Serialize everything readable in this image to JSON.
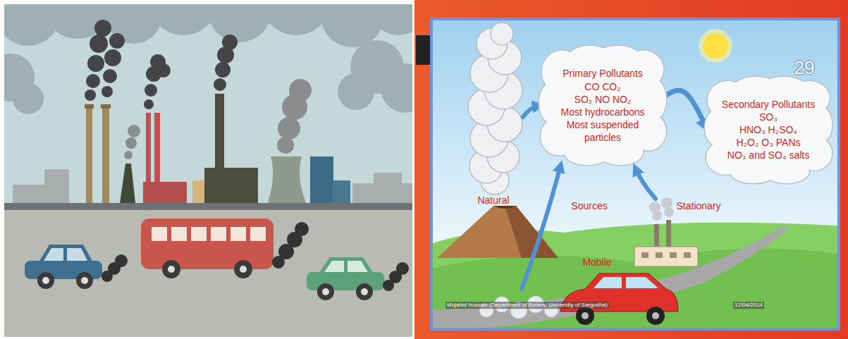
{
  "diagram": {
    "nodes": [
      {
        "text": [
          "Primary Pollutants",
          "CO CO₂",
          "SO₂ NO NO₂",
          "Most hydrocarbons",
          "Most suspended particles"
        ]
      },
      {
        "text": [
          "Secondary Pollutants",
          "SO₃",
          "HNO₃ H₂SO₄",
          "H₂O₂ O₃ PANs",
          "NO₃ and SO₄ salts"
        ]
      }
    ],
    "edges": [
      {
        "from": 0,
        "to": 1,
        "arrow": "to"
      }
    ],
    "labels": [
      "Natural",
      "Sources",
      "Stationary",
      "Mobile",
      "29",
      "Mujahid hussain (Department of Botany, University of Sargodha)",
      "12/04/2014"
    ]
  }
}
